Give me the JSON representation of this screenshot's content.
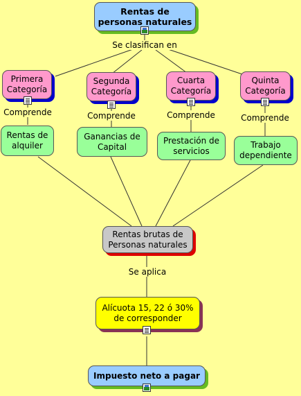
{
  "nodes": {
    "root": "Rentas de personas naturales",
    "primera": "Primera Categoría",
    "segunda": "Segunda Categoría",
    "cuarta": "Cuarta Categoría",
    "quinta": "Quinta Categoría",
    "alquiler": "Rentas de alquiler",
    "capital": "Ganancias de Capital",
    "servicios": "Prestación de servicios",
    "trabajo": "Trabajo dependiente",
    "brutas": "Rentas brutas de Personas naturales",
    "alicuota": "Alícuota 15, 22 ó 30% de corresponder",
    "impuesto": "Impuesto neto a pagar"
  },
  "links": {
    "clasifican": "Se clasifican en",
    "comprende": "Comprende",
    "aplica": "Se aplica"
  },
  "icons": {
    "document": "document-icon",
    "image": "image-icon"
  },
  "colors": {
    "background": "#ffff99",
    "title_node": "#99ccff",
    "category_node": "#ff99cc",
    "item_node": "#99ff99",
    "gross_node": "#c8c8c8",
    "rate_node": "#ffff00"
  }
}
